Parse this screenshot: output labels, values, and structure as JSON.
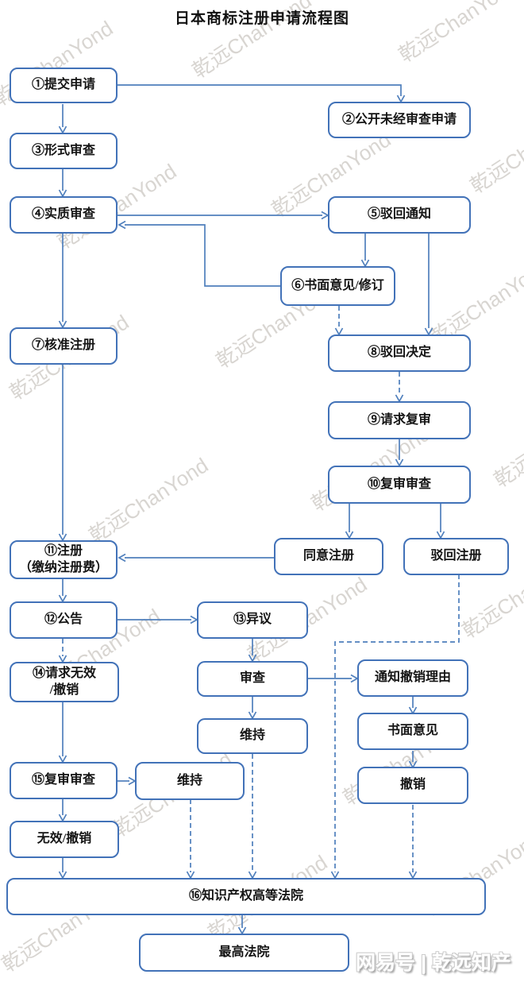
{
  "title": "日本商标注册申请流程图",
  "watermark": {
    "text": "乾远ChanYond"
  },
  "brand": "网易号 | 乾远知产",
  "colors": {
    "box_border": "#4272b8",
    "connector": "#4f7fbc",
    "text": "#141414",
    "watermark": "#a39c92"
  },
  "nodes": {
    "step1": {
      "label": "①提交申请"
    },
    "step2": {
      "label": "②公开未经审查申请"
    },
    "step3": {
      "label": "③形式审查"
    },
    "step4": {
      "label": "④实质审查"
    },
    "step5": {
      "label": "⑤驳回通知"
    },
    "step6": {
      "label": "⑥书面意见/修订"
    },
    "step7": {
      "label": "⑦核准注册"
    },
    "step8": {
      "label": "⑧驳回决定"
    },
    "step9": {
      "label": "⑨请求复审"
    },
    "step10": {
      "label": "⑩复审审查"
    },
    "agree_reg": {
      "label": "同意注册"
    },
    "reject_reg": {
      "label": "驳回注册"
    },
    "step11": {
      "label": "⑪注册\n（缴纳注册费）"
    },
    "step12": {
      "label": "⑫公告"
    },
    "step13": {
      "label": "⑬异议"
    },
    "step14": {
      "label": "⑭请求无效\n/撤销"
    },
    "examination": {
      "label": "审查"
    },
    "notify_reasons": {
      "label": "通知撤销理由"
    },
    "maintain_mid": {
      "label": "维持"
    },
    "written_opinion": {
      "label": "书面意见"
    },
    "step15": {
      "label": "⑮复审审查"
    },
    "maintain_left": {
      "label": "维持"
    },
    "revocation": {
      "label": "撤销"
    },
    "invalid_revoked": {
      "label": "无效/撤销"
    },
    "step16": {
      "label": "⑯知识产权高等法院"
    },
    "supreme_court": {
      "label": "最高法院"
    }
  },
  "edges": [
    {
      "from": "step1",
      "to": "step3",
      "style": "solid"
    },
    {
      "from": "step1",
      "to": "step2",
      "style": "solid"
    },
    {
      "from": "step3",
      "to": "step4",
      "style": "solid"
    },
    {
      "from": "step4",
      "to": "step5",
      "style": "solid"
    },
    {
      "from": "step5",
      "to": "step6",
      "style": "solid"
    },
    {
      "from": "step5",
      "to": "step8",
      "style": "solid"
    },
    {
      "from": "step6",
      "to": "step4",
      "style": "solid"
    },
    {
      "from": "step6",
      "to": "step8",
      "style": "dashed"
    },
    {
      "from": "step8",
      "to": "step9",
      "style": "dashed"
    },
    {
      "from": "step9",
      "to": "step10",
      "style": "solid"
    },
    {
      "from": "step10",
      "to": "agree_reg",
      "style": "solid"
    },
    {
      "from": "step10",
      "to": "reject_reg",
      "style": "solid"
    },
    {
      "from": "agree_reg",
      "to": "step11",
      "style": "solid"
    },
    {
      "from": "step4",
      "to": "step7",
      "style": "solid"
    },
    {
      "from": "step7",
      "to": "step11",
      "style": "solid"
    },
    {
      "from": "step11",
      "to": "step12",
      "style": "solid"
    },
    {
      "from": "step12",
      "to": "step13",
      "style": "solid"
    },
    {
      "from": "step12",
      "to": "step14",
      "style": "dashed"
    },
    {
      "from": "step13",
      "to": "examination",
      "style": "solid"
    },
    {
      "from": "examination",
      "to": "maintain_mid",
      "style": "solid"
    },
    {
      "from": "examination",
      "to": "notify_reasons",
      "style": "solid"
    },
    {
      "from": "notify_reasons",
      "to": "written_opinion",
      "style": "solid"
    },
    {
      "from": "written_opinion",
      "to": "revocation",
      "style": "solid"
    },
    {
      "from": "step14",
      "to": "step15",
      "style": "solid"
    },
    {
      "from": "step15",
      "to": "maintain_left",
      "style": "solid"
    },
    {
      "from": "step15",
      "to": "invalid_revoked",
      "style": "solid"
    },
    {
      "from": "invalid_revoked",
      "to": "step16",
      "style": "solid"
    },
    {
      "from": "maintain_left",
      "to": "step16",
      "style": "dashed"
    },
    {
      "from": "maintain_mid",
      "to": "step16",
      "style": "dashed"
    },
    {
      "from": "reject_reg",
      "to": "step16",
      "style": "dashed"
    },
    {
      "from": "revocation",
      "to": "step16",
      "style": "dashed"
    },
    {
      "from": "step16",
      "to": "supreme_court",
      "style": "solid"
    }
  ]
}
